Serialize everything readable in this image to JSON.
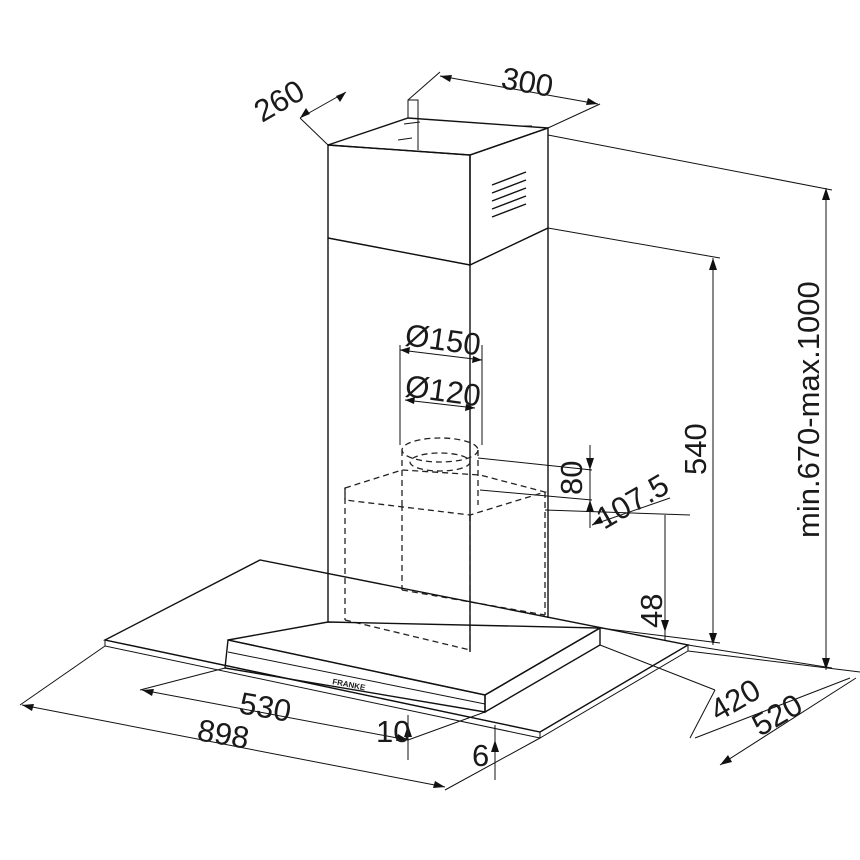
{
  "dimensions": {
    "chimney_width": "300",
    "chimney_depth": "260",
    "duct_outer": "Ø150",
    "duct_inner": "Ø120",
    "outlet_height": "80",
    "outlet_offset": "107.5",
    "base_height": "48",
    "chimney_height": "540",
    "total_height": "min.670-max.1000",
    "body_width": "530",
    "glass_width": "898",
    "body_thickness": "10",
    "glass_thickness": "6",
    "body_depth": "420",
    "glass_depth": "520"
  },
  "brand": {
    "label": "FRANKE"
  }
}
